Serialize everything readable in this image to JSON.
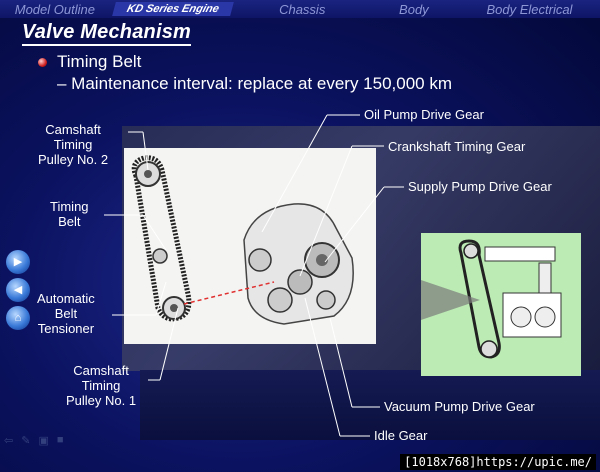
{
  "nav": {
    "tabs": [
      {
        "label": "Model Outline",
        "active": false
      },
      {
        "label": "KD Series Engine",
        "active": true
      },
      {
        "label": "Chassis",
        "active": false
      },
      {
        "label": "Body",
        "active": false
      },
      {
        "label": "Body Electrical",
        "active": false
      }
    ]
  },
  "slide": {
    "title": "Valve Mechanism",
    "heading": "Timing Belt",
    "subline": "– Maintenance interval: replace at every 150,000 km"
  },
  "labels_left": {
    "camshaft_pulley_2": "Camshaft\nTiming\nPulley No. 2",
    "timing_belt": "Timing\nBelt",
    "tensioner": "Automatic\nBelt\nTensioner",
    "camshaft_pulley_1": "Camshaft\nTiming\nPulley No. 1"
  },
  "labels_right": {
    "oil_pump_gear": "Oil Pump Drive Gear",
    "crankshaft_gear": "Crankshaft Timing Gear",
    "supply_pump_gear": "Supply Pump Drive Gear",
    "vacuum_pump_gear": "Vacuum Pump Drive Gear",
    "idle_gear": "Idle Gear"
  },
  "side_nav": {
    "forward_icon": "arrow-right-icon",
    "back_icon": "arrow-left-icon",
    "home_icon": "home-icon"
  },
  "watermark": "[1018x768]https://upic.me/",
  "colors": {
    "background": "#0b1260",
    "active_tab": "#2a37a6",
    "inset_bg": "#bcecb4",
    "dashed_line": "#e03030"
  }
}
